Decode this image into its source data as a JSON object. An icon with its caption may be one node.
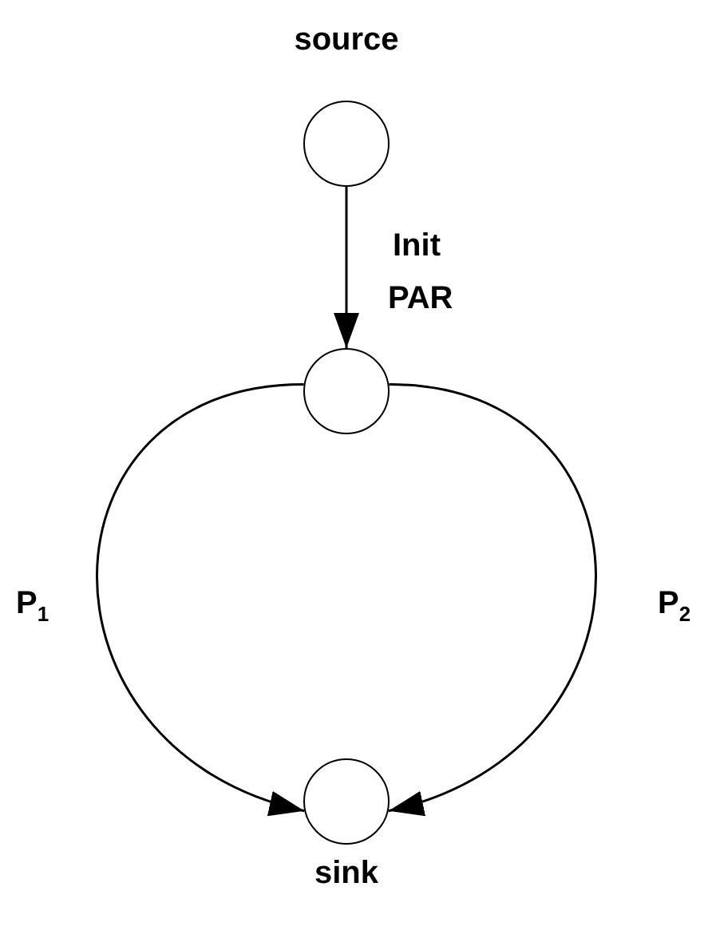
{
  "diagram": {
    "nodes": [
      {
        "text": [
          "source"
        ]
      },
      {
        "text": [
          "PAR"
        ]
      },
      {
        "text": [
          "sink"
        ]
      }
    ],
    "edges": [
      {
        "from": 0,
        "to": 1,
        "arrow": "to",
        "label": "Init"
      },
      {
        "from": 1,
        "to": 2,
        "arrow": "to",
        "label": "P$_{1}$"
      },
      {
        "from": 1,
        "to": 2,
        "arrow": "to",
        "label": "P$_{2}$"
      }
    ]
  }
}
